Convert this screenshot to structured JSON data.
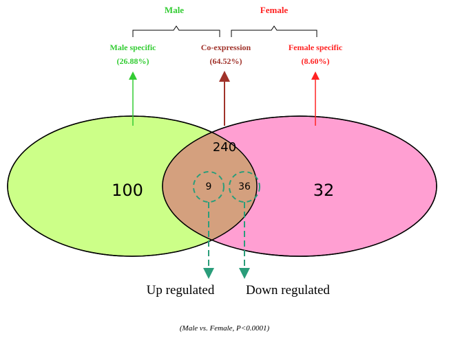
{
  "groups": {
    "male": "Male",
    "female": "Female"
  },
  "categories": {
    "male_specific": {
      "label": "Male specific",
      "percent": "(26.88%)"
    },
    "co_expression": {
      "label": "Co-expression",
      "percent": "(64.52%)"
    },
    "female_specific": {
      "label": "Female specific",
      "percent": "(8.60%)"
    }
  },
  "counts": {
    "male_only": "100",
    "shared": "240",
    "female_only": "32",
    "up": "9",
    "down": "36"
  },
  "regulation": {
    "up_label": "Up regulated",
    "down_label": "Down regulated"
  },
  "caption": "(Male vs. Female, P<0.0001)",
  "colors": {
    "male_fill": "#ccff88",
    "female_fill": "#ff9fd2",
    "overlap_fill": "#d4a07e",
    "male_text": "#33cc33",
    "female_text": "#ff2222",
    "co_text": "#a0322a",
    "dashed_teal": "#2a9d7a"
  }
}
